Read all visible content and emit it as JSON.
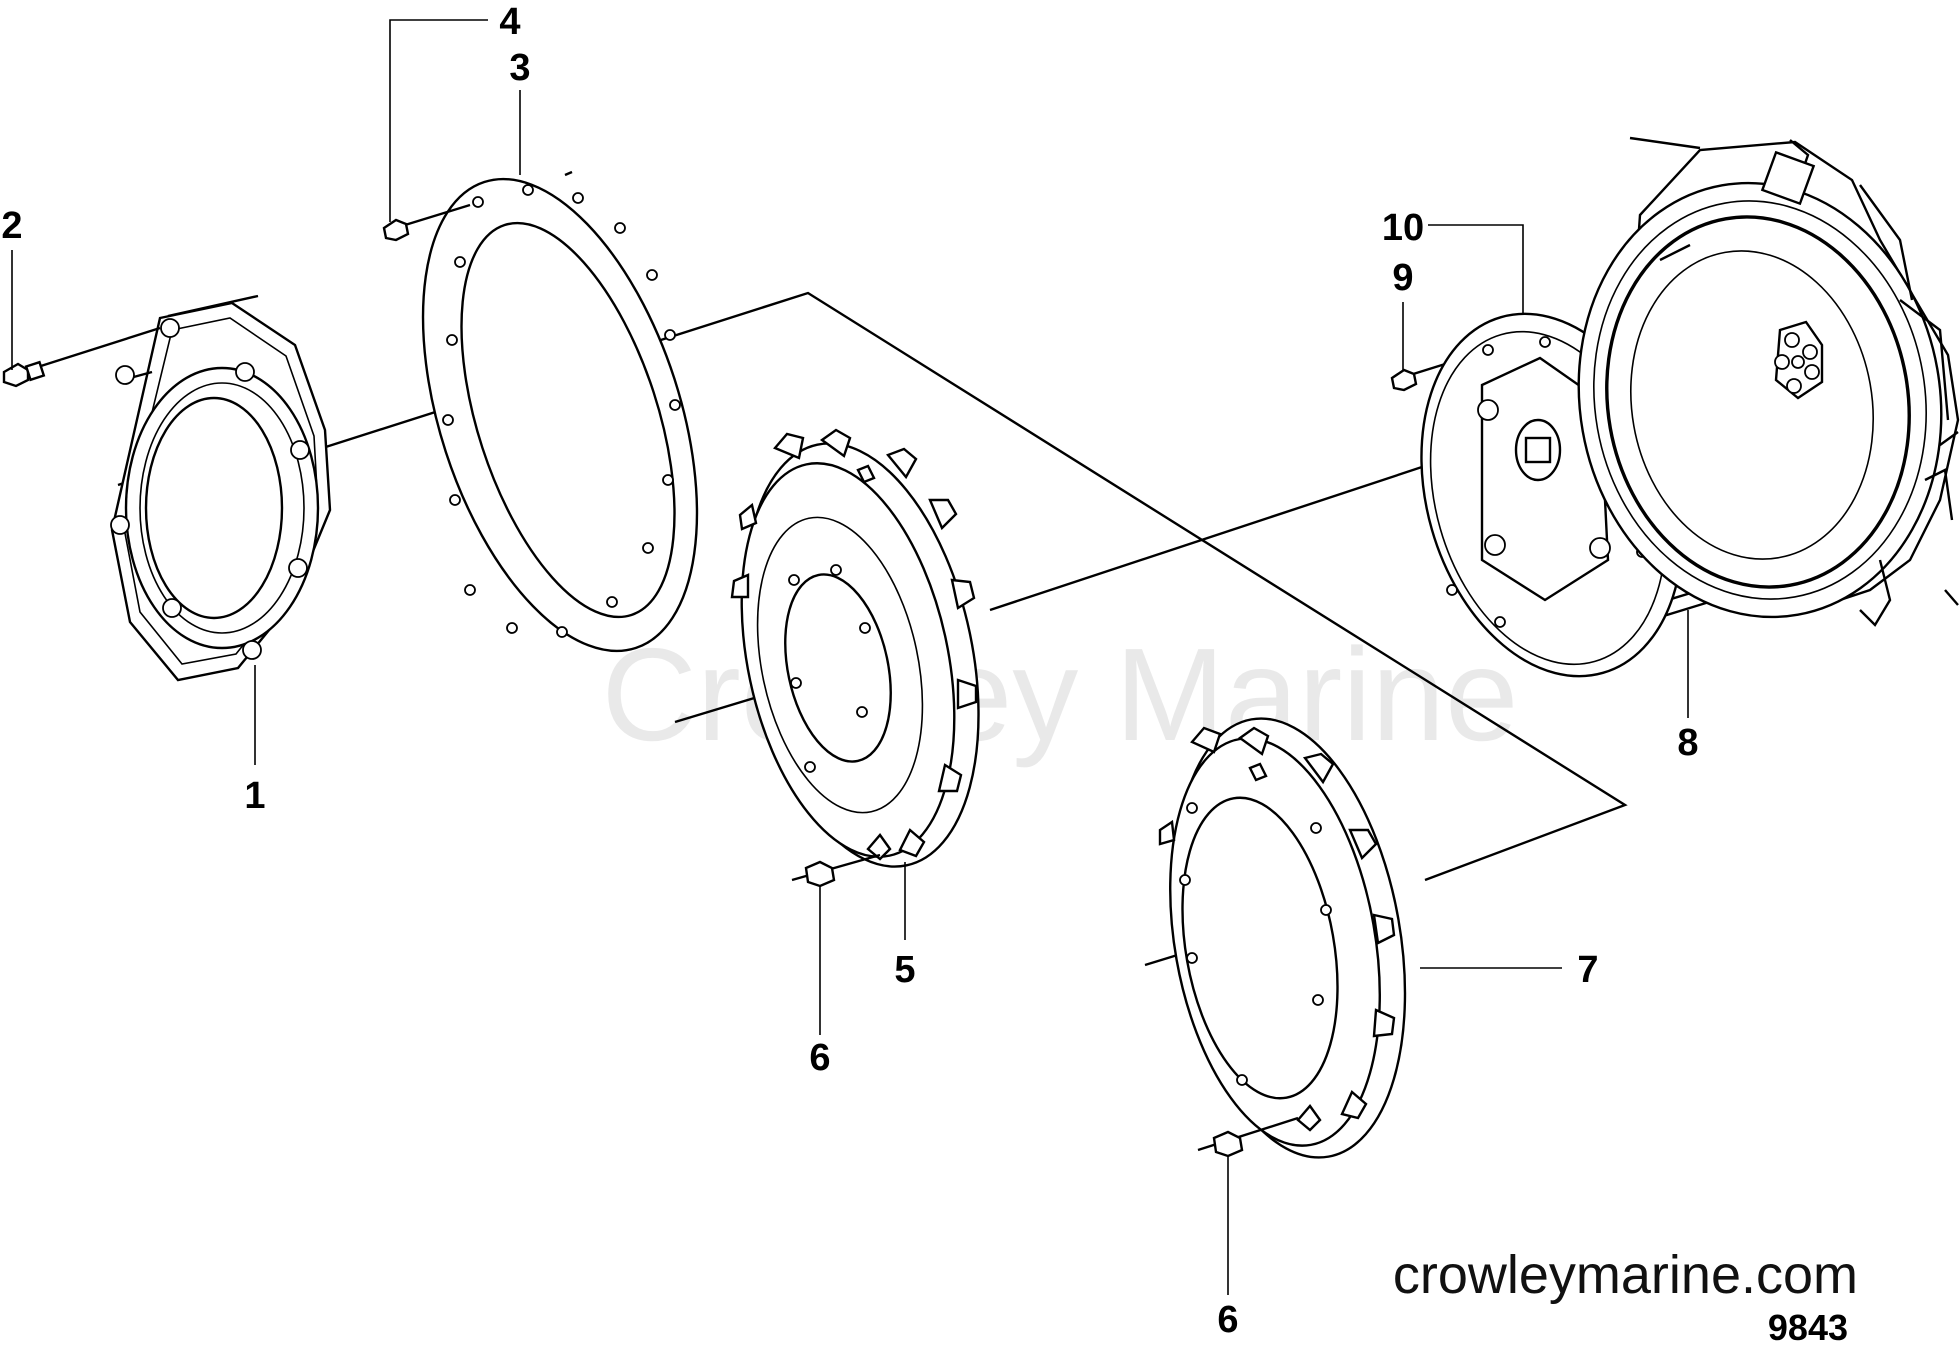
{
  "watermark": "Crowley Marine",
  "website": "crowleymarine.com",
  "figure_number": "9843",
  "callouts": [
    "1",
    "2",
    "3",
    "4",
    "5",
    "6",
    "6",
    "7",
    "8",
    "9",
    "10"
  ]
}
